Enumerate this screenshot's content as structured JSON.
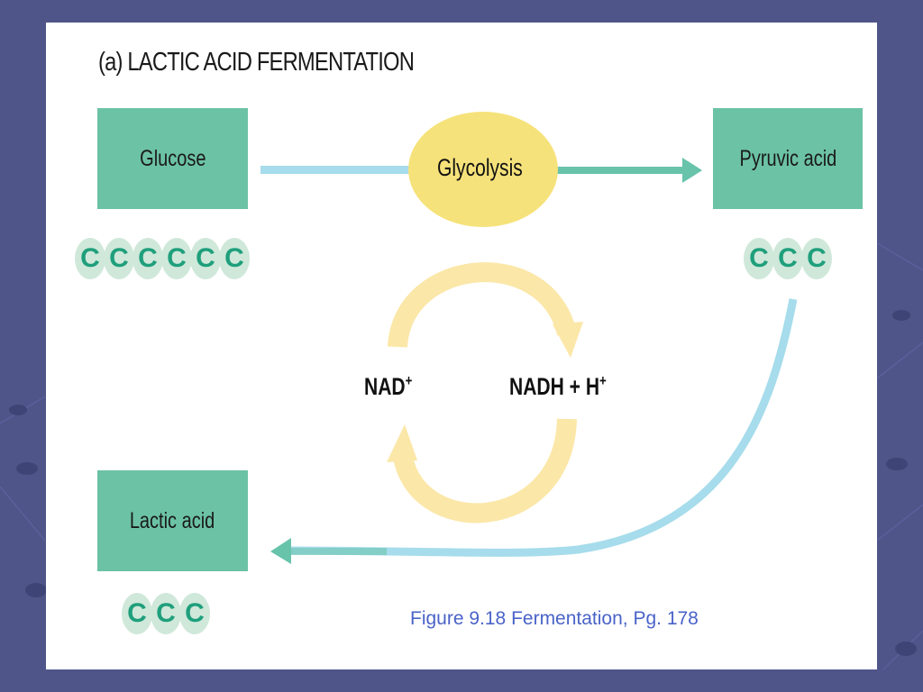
{
  "title": "(a) LACTIC ACID FERMENTATION",
  "boxes": {
    "glucose": "Glucose",
    "pyruvic": "Pyruvic acid",
    "lactic": "Lactic acid"
  },
  "process": "Glycolysis",
  "cofactors": {
    "nad": "NAD",
    "nad_sup": "+",
    "nadh": "NADH + H",
    "nadh_sup": "+"
  },
  "carbon_symbol": "C",
  "carbon_counts": {
    "glucose": 6,
    "pyruvic": 3,
    "lactic": 3
  },
  "caption": "Figure 9.18 Fermentation, Pg. 178",
  "colors": {
    "box": "#6cc2a5",
    "glycolysis": "#f6e27a",
    "cycle_arrow": "#fbe7a8",
    "blue_arrow": "#a6dceb",
    "teal_arrow": "#68c3ab",
    "caption": "#4a63c8",
    "background": "#4f5588"
  }
}
